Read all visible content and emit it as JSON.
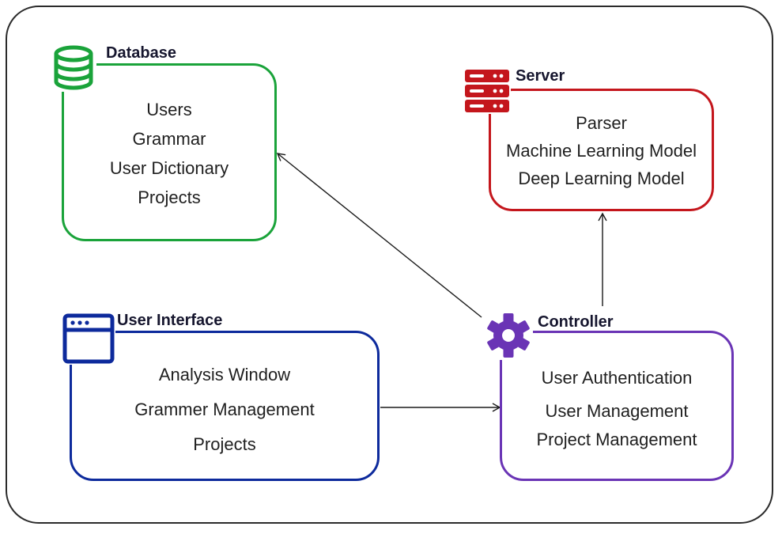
{
  "database": {
    "title": "Database",
    "items": [
      "Users",
      "Grammar",
      "User Dictionary",
      "Projects"
    ],
    "color": "#1aa33a",
    "icon": "database-icon"
  },
  "server": {
    "title": "Server",
    "items": [
      "Parser",
      "Machine Learning Model",
      "Deep Learning Model"
    ],
    "color": "#c4161c",
    "icon": "server-icon"
  },
  "user_interface": {
    "title": "User Interface",
    "items": [
      "Analysis Window",
      "Grammer Management",
      "Projects"
    ],
    "color": "#0d2a9c",
    "icon": "browser-window-icon"
  },
  "controller": {
    "title": "Controller",
    "items": [
      "User Authentication",
      "User Management",
      "Project Management"
    ],
    "color": "#6a34b5",
    "icon": "gear-icon"
  },
  "connections": [
    {
      "from": "controller",
      "to": "database"
    },
    {
      "from": "controller",
      "to": "server"
    },
    {
      "from": "user_interface",
      "to": "controller"
    }
  ]
}
